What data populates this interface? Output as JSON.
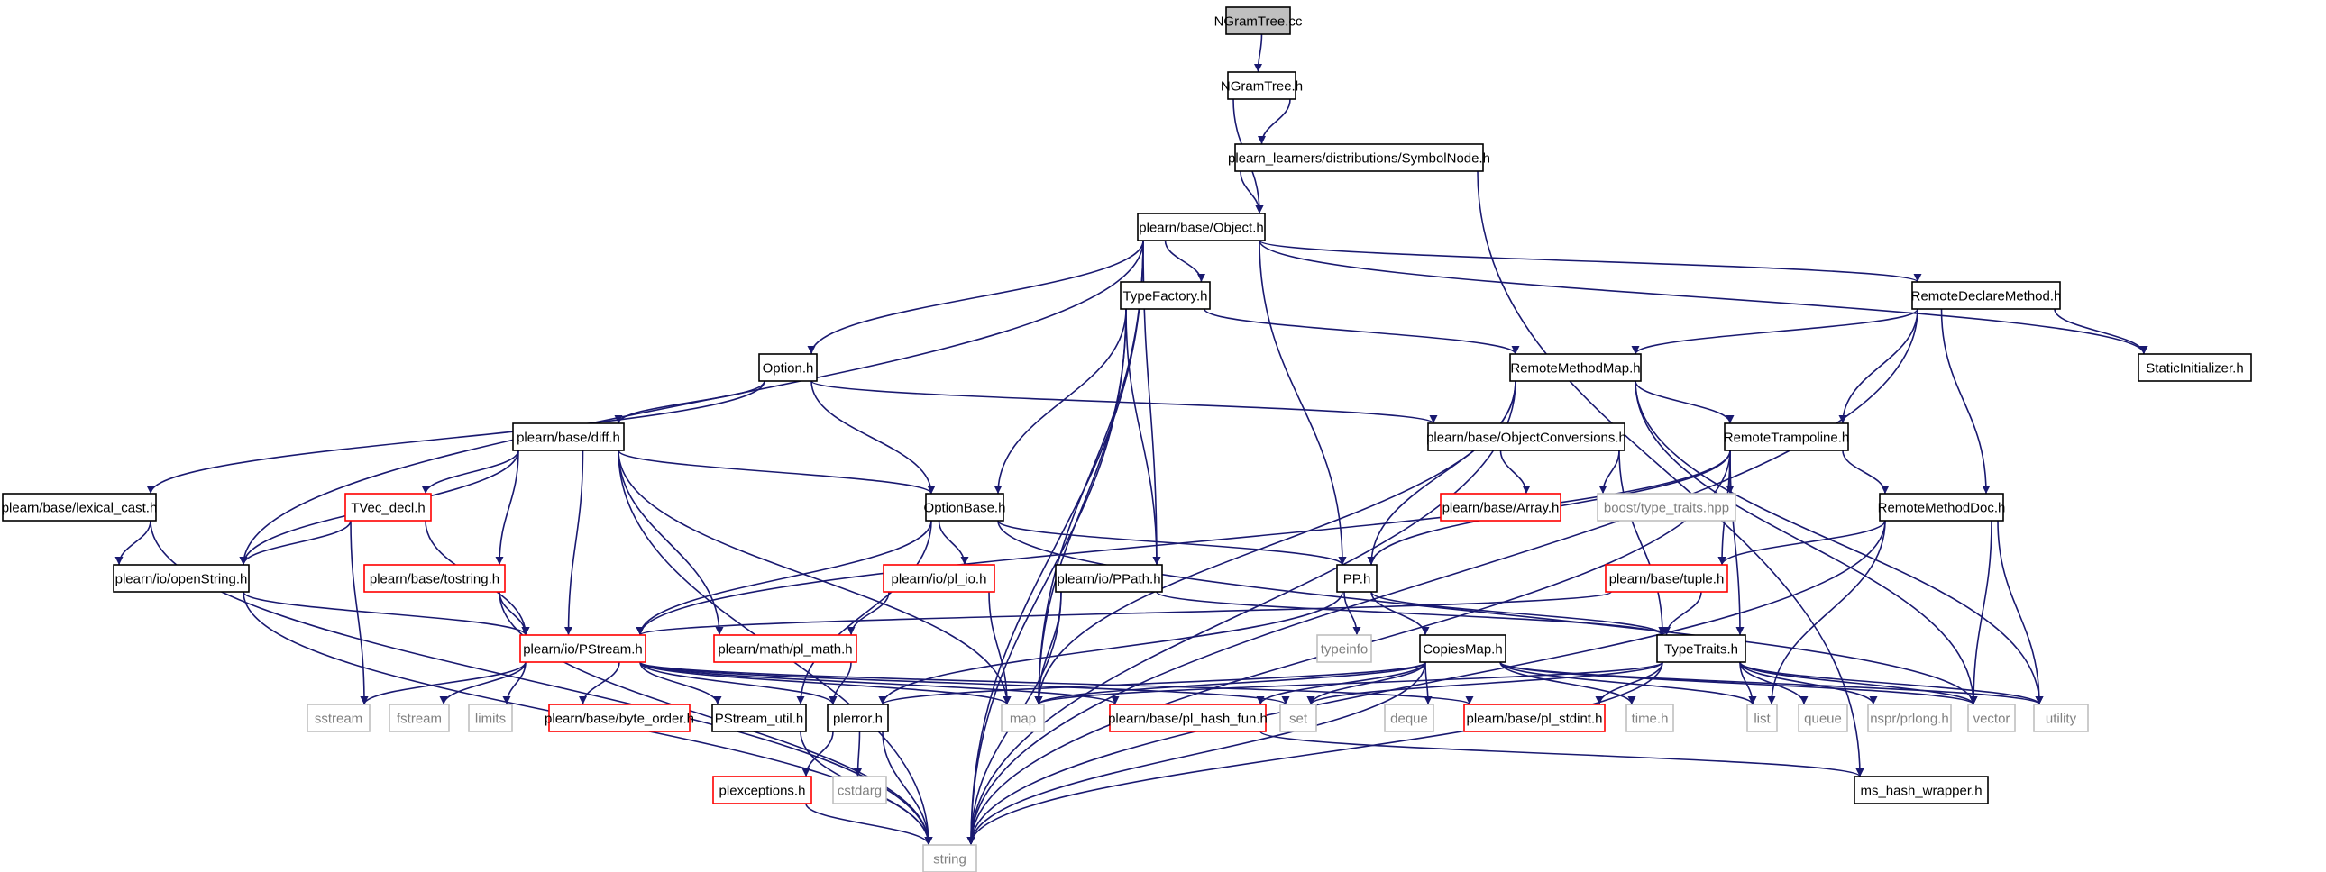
{
  "colors": {
    "edge": "#191970",
    "focus_fill": "#bfbfbf",
    "normal_border": "#000000",
    "red_border": "#ff0000",
    "system_border": "#bfbfbf",
    "system_text": "#808080"
  },
  "nodes": [
    {
      "id": "ngramtree_cc",
      "label": "NGramTree.cc",
      "style": "focus"
    },
    {
      "id": "ngramtree_h",
      "label": "NGramTree.h",
      "style": "normal"
    },
    {
      "id": "symbolnode_h",
      "label": "plearn_learners/distributions/SymbolNode.h",
      "style": "normal"
    },
    {
      "id": "object_h",
      "label": "plearn/base/Object.h",
      "style": "normal"
    },
    {
      "id": "typefactory_h",
      "label": "TypeFactory.h",
      "style": "normal"
    },
    {
      "id": "remotedeclaremethod_h",
      "label": "RemoteDeclareMethod.h",
      "style": "normal"
    },
    {
      "id": "option_h",
      "label": "Option.h",
      "style": "normal"
    },
    {
      "id": "remotemethodmap_h",
      "label": "RemoteMethodMap.h",
      "style": "normal"
    },
    {
      "id": "staticinitializer_h",
      "label": "StaticInitializer.h",
      "style": "normal"
    },
    {
      "id": "diff_h",
      "label": "plearn/base/diff.h",
      "style": "normal"
    },
    {
      "id": "objectconversions_h",
      "label": "plearn/base/ObjectConversions.h",
      "style": "normal"
    },
    {
      "id": "remotetrampoline_h",
      "label": "RemoteTrampoline.h",
      "style": "normal"
    },
    {
      "id": "lexical_cast_h",
      "label": "plearn/base/lexical_cast.h",
      "style": "normal"
    },
    {
      "id": "tvec_decl_h",
      "label": "TVec_decl.h",
      "style": "red"
    },
    {
      "id": "optionbase_h",
      "label": "OptionBase.h",
      "style": "normal"
    },
    {
      "id": "array_h",
      "label": "plearn/base/Array.h",
      "style": "red"
    },
    {
      "id": "boost_type_traits",
      "label": "boost/type_traits.hpp",
      "style": "system"
    },
    {
      "id": "remotemethoddoc_h",
      "label": "RemoteMethodDoc.h",
      "style": "normal"
    },
    {
      "id": "openstring_h",
      "label": "plearn/io/openString.h",
      "style": "normal"
    },
    {
      "id": "tostring_h",
      "label": "plearn/base/tostring.h",
      "style": "red"
    },
    {
      "id": "pl_io_h",
      "label": "plearn/io/pl_io.h",
      "style": "red"
    },
    {
      "id": "ppath_h",
      "label": "plearn/io/PPath.h",
      "style": "normal"
    },
    {
      "id": "pp_h",
      "label": "PP.h",
      "style": "normal"
    },
    {
      "id": "tuple_h",
      "label": "plearn/base/tuple.h",
      "style": "red"
    },
    {
      "id": "pstream_h",
      "label": "plearn/io/PStream.h",
      "style": "red"
    },
    {
      "id": "pl_math_h",
      "label": "plearn/math/pl_math.h",
      "style": "red"
    },
    {
      "id": "typeinfo",
      "label": "typeinfo",
      "style": "system"
    },
    {
      "id": "copiesmap_h",
      "label": "CopiesMap.h",
      "style": "normal"
    },
    {
      "id": "typetraits_h",
      "label": "TypeTraits.h",
      "style": "normal"
    },
    {
      "id": "sstream",
      "label": "sstream",
      "style": "system"
    },
    {
      "id": "fstream",
      "label": "fstream",
      "style": "system"
    },
    {
      "id": "limits",
      "label": "limits",
      "style": "system"
    },
    {
      "id": "byte_order_h",
      "label": "plearn/base/byte_order.h",
      "style": "red"
    },
    {
      "id": "pstream_util_h",
      "label": "PStream_util.h",
      "style": "normal"
    },
    {
      "id": "plerror_h",
      "label": "plerror.h",
      "style": "normal"
    },
    {
      "id": "map",
      "label": "map",
      "style": "system"
    },
    {
      "id": "pl_hash_fun_h",
      "label": "plearn/base/pl_hash_fun.h",
      "style": "red"
    },
    {
      "id": "set",
      "label": "set",
      "style": "system"
    },
    {
      "id": "deque",
      "label": "deque",
      "style": "system"
    },
    {
      "id": "pl_stdint_h",
      "label": "plearn/base/pl_stdint.h",
      "style": "red"
    },
    {
      "id": "time_h",
      "label": "time.h",
      "style": "system"
    },
    {
      "id": "list",
      "label": "list",
      "style": "system"
    },
    {
      "id": "queue",
      "label": "queue",
      "style": "system"
    },
    {
      "id": "nspr_prlong_h",
      "label": "nspr/prlong.h",
      "style": "system"
    },
    {
      "id": "vector",
      "label": "vector",
      "style": "system"
    },
    {
      "id": "utility",
      "label": "utility",
      "style": "system"
    },
    {
      "id": "plexceptions_h",
      "label": "plexceptions.h",
      "style": "red"
    },
    {
      "id": "cstdarg",
      "label": "cstdarg",
      "style": "system"
    },
    {
      "id": "ms_hash_wrapper_h",
      "label": "ms_hash_wrapper.h",
      "style": "normal"
    },
    {
      "id": "string",
      "label": "string",
      "style": "system"
    }
  ],
  "edges": [
    {
      "from": "ngramtree_cc",
      "to": "ngramtree_h"
    },
    {
      "from": "ngramtree_h",
      "to": "symbolnode_h"
    },
    {
      "from": "ngramtree_h",
      "to": "object_h"
    },
    {
      "from": "symbolnode_h",
      "to": "object_h"
    },
    {
      "from": "symbolnode_h",
      "to": "ms_hash_wrapper_h"
    },
    {
      "from": "object_h",
      "to": "typefactory_h"
    },
    {
      "from": "object_h",
      "to": "remotedeclaremethod_h"
    },
    {
      "from": "object_h",
      "to": "option_h"
    },
    {
      "from": "object_h",
      "to": "staticinitializer_h"
    },
    {
      "from": "object_h",
      "to": "openstring_h"
    },
    {
      "from": "object_h",
      "to": "ppath_h"
    },
    {
      "from": "object_h",
      "to": "pp_h"
    },
    {
      "from": "object_h",
      "to": "map"
    },
    {
      "from": "object_h",
      "to": "string"
    },
    {
      "from": "typefactory_h",
      "to": "remotemethodmap_h"
    },
    {
      "from": "typefactory_h",
      "to": "optionbase_h"
    },
    {
      "from": "typefactory_h",
      "to": "ppath_h"
    },
    {
      "from": "typefactory_h",
      "to": "map"
    },
    {
      "from": "typefactory_h",
      "to": "string"
    },
    {
      "from": "remotedeclaremethod_h",
      "to": "remotemethodmap_h"
    },
    {
      "from": "remotedeclaremethod_h",
      "to": "staticinitializer_h"
    },
    {
      "from": "remotedeclaremethod_h",
      "to": "remotetrampoline_h"
    },
    {
      "from": "remotedeclaremethod_h",
      "to": "remotemethoddoc_h"
    },
    {
      "from": "remotedeclaremethod_h",
      "to": "string"
    },
    {
      "from": "option_h",
      "to": "diff_h"
    },
    {
      "from": "option_h",
      "to": "objectconversions_h"
    },
    {
      "from": "option_h",
      "to": "lexical_cast_h"
    },
    {
      "from": "option_h",
      "to": "optionbase_h"
    },
    {
      "from": "remotemethodmap_h",
      "to": "remotetrampoline_h"
    },
    {
      "from": "remotemethodmap_h",
      "to": "pp_h"
    },
    {
      "from": "remotemethodmap_h",
      "to": "map"
    },
    {
      "from": "remotemethodmap_h",
      "to": "string"
    },
    {
      "from": "remotemethodmap_h",
      "to": "vector"
    },
    {
      "from": "remotemethodmap_h",
      "to": "utility"
    },
    {
      "from": "diff_h",
      "to": "tvec_decl_h"
    },
    {
      "from": "diff_h",
      "to": "optionbase_h"
    },
    {
      "from": "diff_h",
      "to": "openstring_h"
    },
    {
      "from": "diff_h",
      "to": "tostring_h"
    },
    {
      "from": "diff_h",
      "to": "pstream_h"
    },
    {
      "from": "diff_h",
      "to": "pl_math_h"
    },
    {
      "from": "diff_h",
      "to": "map"
    },
    {
      "from": "diff_h",
      "to": "string"
    },
    {
      "from": "objectconversions_h",
      "to": "array_h"
    },
    {
      "from": "objectconversions_h",
      "to": "boost_type_traits"
    },
    {
      "from": "objectconversions_h",
      "to": "typetraits_h"
    },
    {
      "from": "remotetrampoline_h",
      "to": "boost_type_traits"
    },
    {
      "from": "remotetrampoline_h",
      "to": "remotemethoddoc_h"
    },
    {
      "from": "remotetrampoline_h",
      "to": "pstream_h"
    },
    {
      "from": "remotetrampoline_h",
      "to": "pp_h"
    },
    {
      "from": "remotetrampoline_h",
      "to": "tuple_h"
    },
    {
      "from": "remotetrampoline_h",
      "to": "typetraits_h"
    },
    {
      "from": "remotetrampoline_h",
      "to": "string"
    },
    {
      "from": "lexical_cast_h",
      "to": "openstring_h"
    },
    {
      "from": "lexical_cast_h",
      "to": "string"
    },
    {
      "from": "tvec_decl_h",
      "to": "openstring_h"
    },
    {
      "from": "tvec_decl_h",
      "to": "pstream_h"
    },
    {
      "from": "tvec_decl_h",
      "to": "sstream"
    },
    {
      "from": "optionbase_h",
      "to": "pl_io_h"
    },
    {
      "from": "optionbase_h",
      "to": "pp_h"
    },
    {
      "from": "optionbase_h",
      "to": "pstream_h"
    },
    {
      "from": "optionbase_h",
      "to": "pstream_util_h"
    },
    {
      "from": "optionbase_h",
      "to": "vector"
    },
    {
      "from": "remotemethoddoc_h",
      "to": "tuple_h"
    },
    {
      "from": "remotemethoddoc_h",
      "to": "list"
    },
    {
      "from": "remotemethoddoc_h",
      "to": "vector"
    },
    {
      "from": "remotemethoddoc_h",
      "to": "utility"
    },
    {
      "from": "remotemethoddoc_h",
      "to": "string"
    },
    {
      "from": "openstring_h",
      "to": "pstream_h"
    },
    {
      "from": "openstring_h",
      "to": "string"
    },
    {
      "from": "tostring_h",
      "to": "pstream_h"
    },
    {
      "from": "tostring_h",
      "to": "string"
    },
    {
      "from": "pl_io_h",
      "to": "pl_math_h"
    },
    {
      "from": "pl_io_h",
      "to": "map"
    },
    {
      "from": "ppath_h",
      "to": "typetraits_h"
    },
    {
      "from": "ppath_h",
      "to": "map"
    },
    {
      "from": "ppath_h",
      "to": "string"
    },
    {
      "from": "pp_h",
      "to": "typeinfo"
    },
    {
      "from": "pp_h",
      "to": "copiesmap_h"
    },
    {
      "from": "pp_h",
      "to": "typetraits_h"
    },
    {
      "from": "pp_h",
      "to": "plerror_h"
    },
    {
      "from": "tuple_h",
      "to": "typetraits_h"
    },
    {
      "from": "tuple_h",
      "to": "pstream_h"
    },
    {
      "from": "pstream_h",
      "to": "sstream"
    },
    {
      "from": "pstream_h",
      "to": "fstream"
    },
    {
      "from": "pstream_h",
      "to": "limits"
    },
    {
      "from": "pstream_h",
      "to": "byte_order_h"
    },
    {
      "from": "pstream_h",
      "to": "pstream_util_h"
    },
    {
      "from": "pstream_h",
      "to": "plerror_h"
    },
    {
      "from": "pstream_h",
      "to": "map"
    },
    {
      "from": "pstream_h",
      "to": "pl_hash_fun_h"
    },
    {
      "from": "pstream_h",
      "to": "set"
    },
    {
      "from": "pstream_h",
      "to": "pl_stdint_h"
    },
    {
      "from": "pl_math_h",
      "to": "plerror_h"
    },
    {
      "from": "copiesmap_h",
      "to": "map"
    },
    {
      "from": "copiesmap_h",
      "to": "pl_hash_fun_h"
    },
    {
      "from": "copiesmap_h",
      "to": "set"
    },
    {
      "from": "copiesmap_h",
      "to": "deque"
    },
    {
      "from": "copiesmap_h",
      "to": "time_h"
    },
    {
      "from": "copiesmap_h",
      "to": "list"
    },
    {
      "from": "copiesmap_h",
      "to": "vector"
    },
    {
      "from": "copiesmap_h",
      "to": "utility"
    },
    {
      "from": "copiesmap_h",
      "to": "string"
    },
    {
      "from": "copiesmap_h",
      "to": "plerror_h"
    },
    {
      "from": "typetraits_h",
      "to": "map"
    },
    {
      "from": "typetraits_h",
      "to": "set"
    },
    {
      "from": "typetraits_h",
      "to": "pl_stdint_h"
    },
    {
      "from": "typetraits_h",
      "to": "list"
    },
    {
      "from": "typetraits_h",
      "to": "queue"
    },
    {
      "from": "typetraits_h",
      "to": "nspr_prlong_h"
    },
    {
      "from": "typetraits_h",
      "to": "vector"
    },
    {
      "from": "typetraits_h",
      "to": "utility"
    },
    {
      "from": "typetraits_h",
      "to": "string"
    },
    {
      "from": "pstream_util_h",
      "to": "string"
    },
    {
      "from": "plerror_h",
      "to": "plexceptions_h"
    },
    {
      "from": "plerror_h",
      "to": "cstdarg"
    },
    {
      "from": "plerror_h",
      "to": "string"
    },
    {
      "from": "plexceptions_h",
      "to": "string"
    },
    {
      "from": "pl_hash_fun_h",
      "to": "ms_hash_wrapper_h"
    }
  ]
}
